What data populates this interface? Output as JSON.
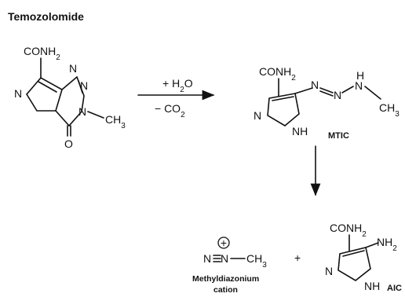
{
  "title": "Temozolomide",
  "reagents": {
    "plus_h2o": "+ H2O",
    "minus_co2": "− CO2"
  },
  "temozolomide": {
    "conh2": "CONH2",
    "n_left": "N",
    "n_top1": "N",
    "n_top2": "N",
    "n_methyl": "N",
    "ch3": "CH3",
    "o": "O"
  },
  "mtic": {
    "label": "MTIC",
    "conh2": "CONH2",
    "n_ring": "N",
    "nh": "NH",
    "n1": "N",
    "n2": "N",
    "h": "H",
    "n3": "N",
    "ch3": "CH3"
  },
  "methyldiazonium": {
    "plus": "+",
    "n1": "N",
    "n2": "N",
    "ch3": "CH3",
    "label_line1": "Methyldiazonium",
    "label_line2": "cation"
  },
  "plus_sign": "+",
  "aic": {
    "label": "AIC",
    "conh2": "CONH2",
    "nh2": "NH2",
    "n_ring": "N",
    "nh": "NH"
  }
}
